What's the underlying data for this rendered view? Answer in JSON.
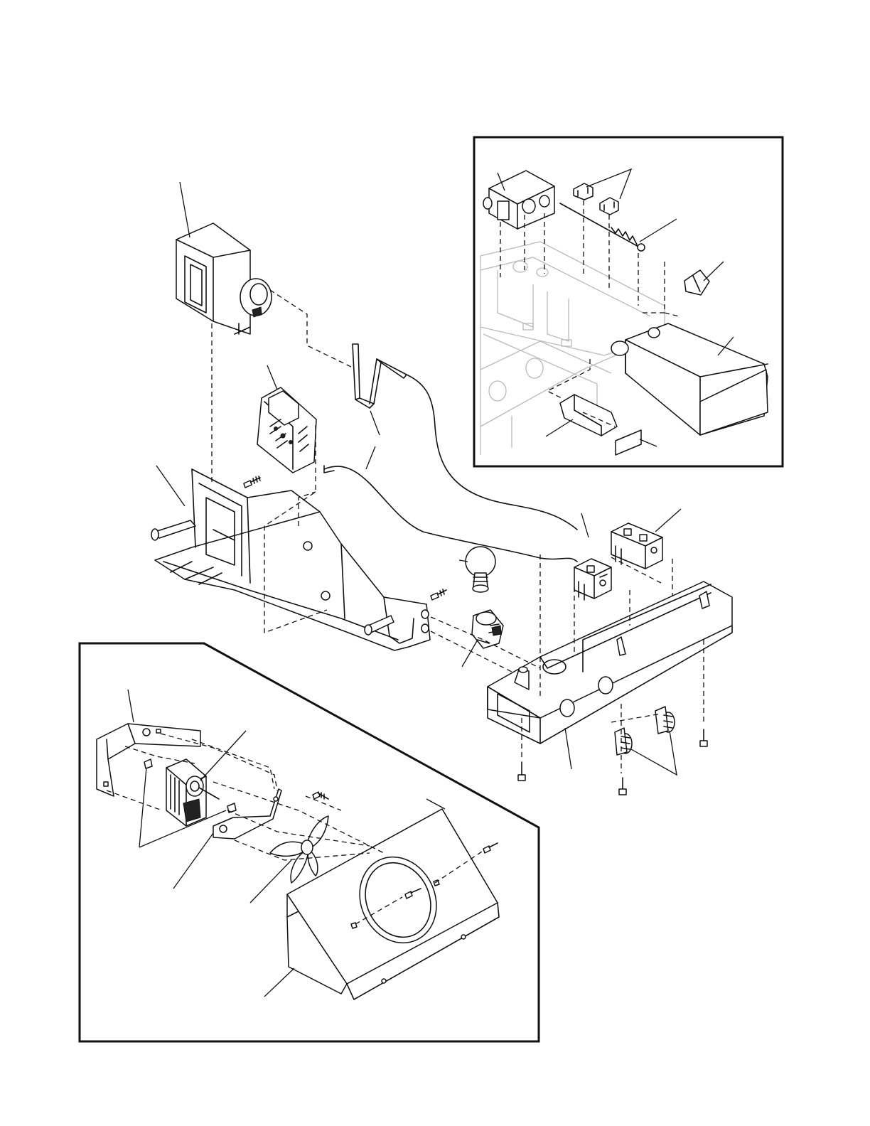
{
  "diagram": {
    "labels": [],
    "inset_top_right": {
      "parts": [
        "housing",
        "actuator-clips",
        "rod-spring",
        "clip",
        "switch",
        "light-guide",
        "lens-strip"
      ]
    },
    "inset_bottom_left": {
      "parts": [
        "motor-bracket",
        "fan-motor",
        "grommets",
        "bracket",
        "fan-blade",
        "fan-shroud",
        "screws"
      ]
    },
    "main_assembly": {
      "parts": [
        "timer-module",
        "control-board",
        "housing-frame",
        "wire-harness",
        "tube",
        "lamp-bulb",
        "lamp-socket",
        "switches",
        "control-panel",
        "knobs",
        "screws"
      ]
    }
  }
}
